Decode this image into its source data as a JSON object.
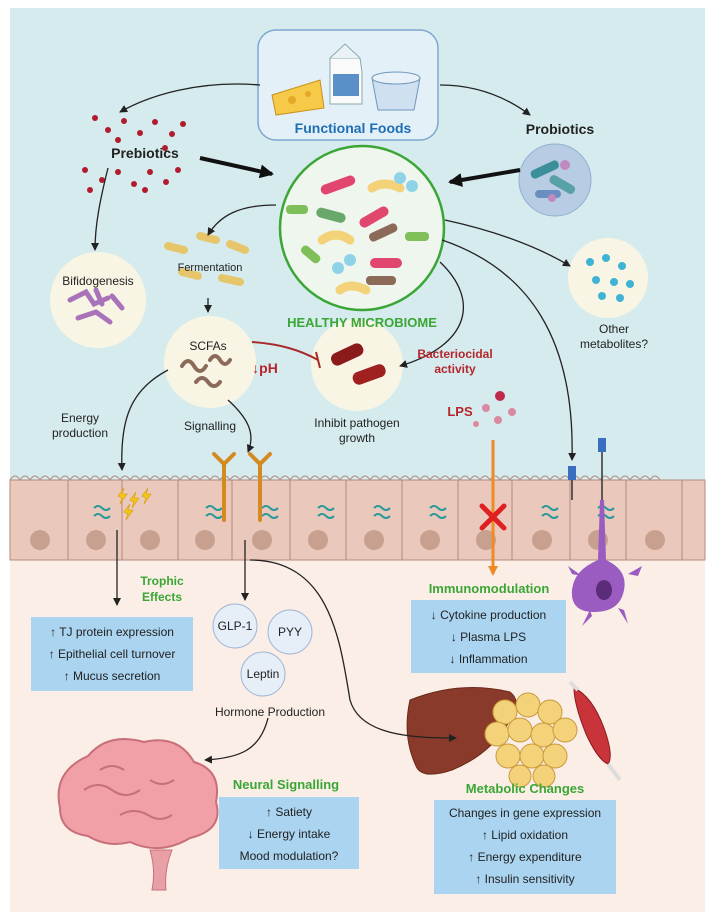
{
  "functional_foods": "Functional Foods",
  "prebiotics": "Prebiotics",
  "probiotics": "Probiotics",
  "healthy_microbiome": "HEALTHY MICROBIOME",
  "bifidogenesis": "Bifidogenesis",
  "fermentation": "Fermentation",
  "scfas": "SCFAs",
  "ph": "↓pH",
  "inhibit_pathogen": [
    "Inhibit pathogen",
    "growth"
  ],
  "bacteriocidal": [
    "Bacteriocidal",
    "activity"
  ],
  "other_metabolites": [
    "Other",
    "metabolites?"
  ],
  "energy_production": [
    "Energy",
    "production"
  ],
  "signalling": "Signalling",
  "lps": "LPS",
  "trophic_effects": [
    "Trophic",
    "Effects"
  ],
  "trophic_box": [
    "↑  TJ protein expression",
    "↑  Epithelial cell turnover",
    "↑  Mucus secretion"
  ],
  "immunomodulation": "Immunomodulation",
  "immuno_box": [
    "↓  Cytokine production",
    "↓  Plasma LPS",
    "↓  Inflammation"
  ],
  "hormones": {
    "glp1": "GLP-1",
    "pyy": "PYY",
    "leptin": "Leptin"
  },
  "hormone_production": "Hormone Production",
  "neural_signalling": "Neural Signalling",
  "neural_box": [
    "↑  Satiety",
    "↓  Energy intake",
    "Mood modulation?"
  ],
  "metabolic_changes": "Metabolic Changes",
  "metabolic_box": [
    "Changes in gene expression",
    "↑  Lipid oxidation",
    "↑  Energy expenditure",
    "↑  Insulin sensitivity"
  ],
  "colors": {
    "green": "#3aa635",
    "red": "#b5262c",
    "blue": "#1c6fb5",
    "box": "#aad4f0",
    "top_bg": "#d6ebee",
    "bottom_bg": "#fbeee6"
  }
}
